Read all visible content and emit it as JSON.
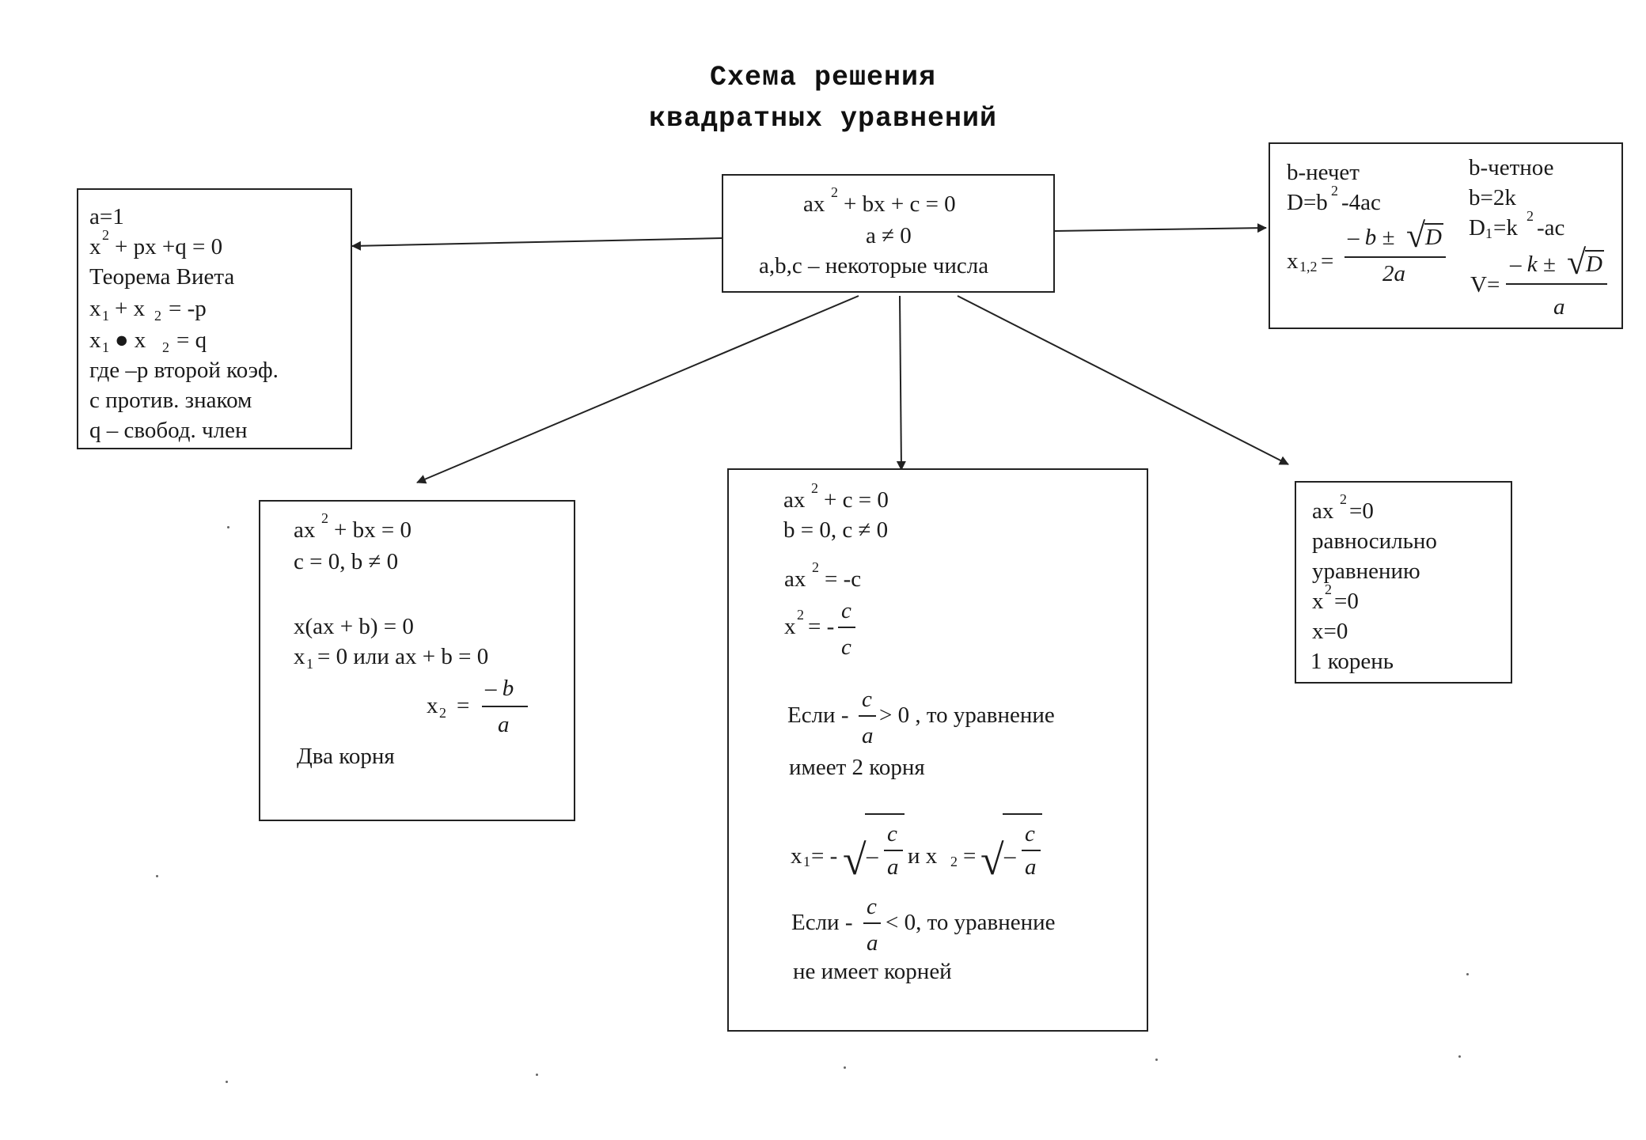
{
  "title": {
    "line1": "Схема решения",
    "line2": "квадратных уравнений"
  },
  "center_box": {
    "eq_lhs": "ax",
    "exp": "2",
    "eq_rest": "+ bx  + c = 0",
    "cond": "a ≠ 0",
    "desc": "a,b,c – некоторые числа"
  },
  "left_box": {
    "l1": "a=1",
    "l2_x": "x",
    "l2_exp": "2",
    "l2_rest": "+ px +q = 0",
    "l3": "Теорема Виета",
    "l4_x1": "x",
    "l4_s1": "1",
    "l4_mid": "+ x",
    "l4_s2": "2",
    "l4_rest": "= -p",
    "l5_x1": "x",
    "l5_s1": "1",
    "l5_mid": "● x",
    "l5_s2": "2",
    "l5_rest": "= q",
    "l6": "где –p второй коэф.",
    "l7": "с против. знаком",
    "l8": "q – свобод. член"
  },
  "right_box": {
    "odd_title": "b-нечет",
    "d_lhs": "D=b",
    "d_exp": "2",
    "d_rest": "-4ac",
    "x12_lhs": "x",
    "x12_sub": "1,2",
    "x12_eq": "=",
    "x12_num": "– b ±",
    "x12_D": "D",
    "x12_den": "2a",
    "even_title": "b-четное",
    "b2k": "b=2k",
    "d1_lhs": "D",
    "d1_sub": "1",
    "d1_mid": "=k",
    "d1_exp": "2",
    "d1_rest": "-ac",
    "v_lhs": "V=",
    "v_num": "– k ±",
    "v_D": "D",
    "v_den": "a"
  },
  "box_bx": {
    "l1_a": "ax",
    "l1_exp": "2",
    "l1_rest": "+ bx = 0",
    "l2": "c = 0, b ≠ 0",
    "l3": "x(ax + b) = 0",
    "l4_x": "x",
    "l4_sub": "1",
    "l4_rest": "= 0 или ax + b = 0",
    "l5_x": "x",
    "l5_sub": "2",
    "l5_eq": "=",
    "l5_num": "– b",
    "l5_den": "a",
    "l6": "Два корня"
  },
  "box_c": {
    "l1_a": "ax",
    "l1_exp": "2",
    "l1_rest": "+ c = 0",
    "l2": "b = 0, c ≠ 0",
    "l3_a": "ax",
    "l3_exp": "2",
    "l3_rest": "= -c",
    "l4_x": "x",
    "l4_exp": "2",
    "l4_eq": "= -",
    "l4_num": "c",
    "l4_den": "c",
    "if1_pre": "Если -",
    "if1_num": "c",
    "if1_den": "a",
    "if1_post": "> 0 , то уравнение",
    "if1_l2": "имеет 2 корня",
    "roots_x1": "x",
    "roots_s1": "1",
    "roots_eq1": "= -",
    "roots_minus1": "–",
    "roots_num1": "c",
    "roots_den1": "a",
    "roots_mid": "и x",
    "roots_s2": "2",
    "roots_eq2": "=",
    "roots_minus2": "–",
    "roots_num2": "c",
    "roots_den2": "a",
    "if2_pre": "Если -",
    "if2_num": "c",
    "if2_den": "a",
    "if2_post": "< 0, то уравнение",
    "if2_l2": "не имеет корней"
  },
  "box_zero": {
    "l1_a": "ax",
    "l1_exp": "2",
    "l1_rest": "=0",
    "l2": "равносильно",
    "l3": "уравнению",
    "l4_x": "x",
    "l4_exp": "2",
    "l4_rest": "=0",
    "l5": "x=0",
    "l6": "1 корень"
  },
  "colors": {
    "ink": "#222222",
    "paper": "#ffffff"
  }
}
